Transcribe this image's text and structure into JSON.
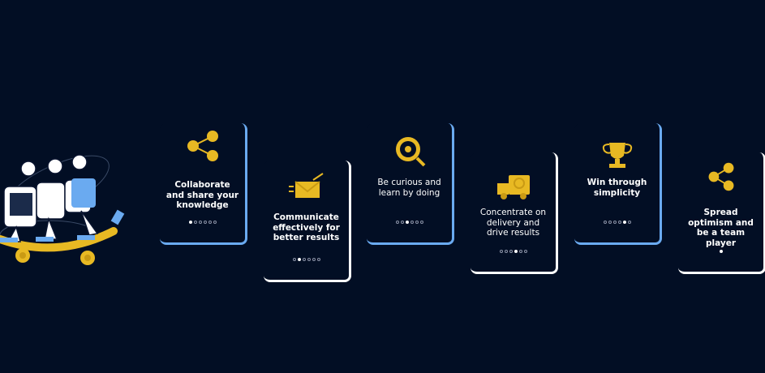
{
  "colors": {
    "background": "#020e24",
    "accent_blue": "#6aaaf0",
    "gold": "#e8b923",
    "text": "#ffffff"
  },
  "hero": {
    "icon": "team-skateboard-illustration"
  },
  "cards": [
    {
      "title": "Collaborate and share your knowledge",
      "icon": "network-brains-icon",
      "active_dot": 1,
      "dot_count": 6
    },
    {
      "title": "Communicate effectively for better results",
      "icon": "email-send-icon",
      "active_dot": 2,
      "dot_count": 6
    },
    {
      "title": "Be curious and learn by doing",
      "icon": "magnifier-eye-icon",
      "active_dot": 3,
      "dot_count": 6
    },
    {
      "title": "Concentrate on delivery and drive results",
      "icon": "delivery-truck-icon",
      "active_dot": 4,
      "dot_count": 6
    },
    {
      "title": "Win through simplicity",
      "icon": "trophy-icon",
      "active_dot": 5,
      "dot_count": 6
    },
    {
      "title": "Spread optimism and be a team player",
      "icon": "share-network-icon",
      "active_dot": 6,
      "dot_count": 1
    }
  ]
}
